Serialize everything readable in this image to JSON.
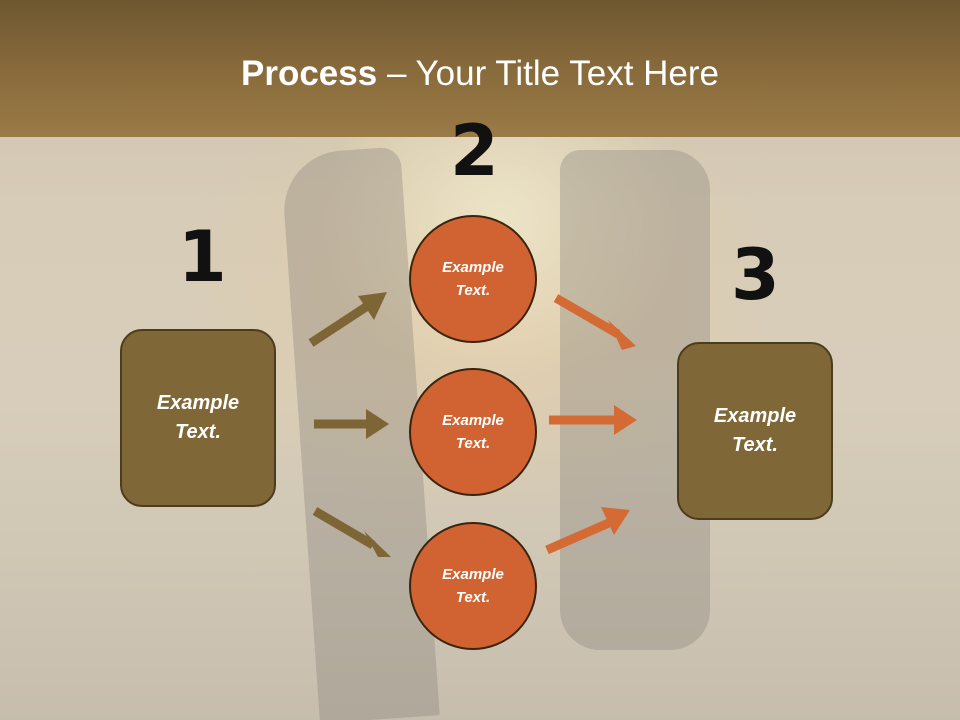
{
  "slide": {
    "title_strong": "Process",
    "title_rest": " – Your Title Text Here",
    "steps": {
      "one": "1",
      "two": "2",
      "three": "3"
    },
    "left_box": {
      "line1": "Example",
      "line2": "Text."
    },
    "right_box": {
      "line1": "Example",
      "line2": "Text."
    },
    "circles": [
      {
        "line1": "Example",
        "line2": "Text."
      },
      {
        "line1": "Example",
        "line2": "Text."
      },
      {
        "line1": "Example",
        "line2": "Text."
      }
    ]
  },
  "colors": {
    "header": "#8a6c3c",
    "box_fill": "#806737",
    "circle_fill": "#d06331",
    "arrow_brown": "#7d6535",
    "arrow_orange": "#d46a34"
  }
}
